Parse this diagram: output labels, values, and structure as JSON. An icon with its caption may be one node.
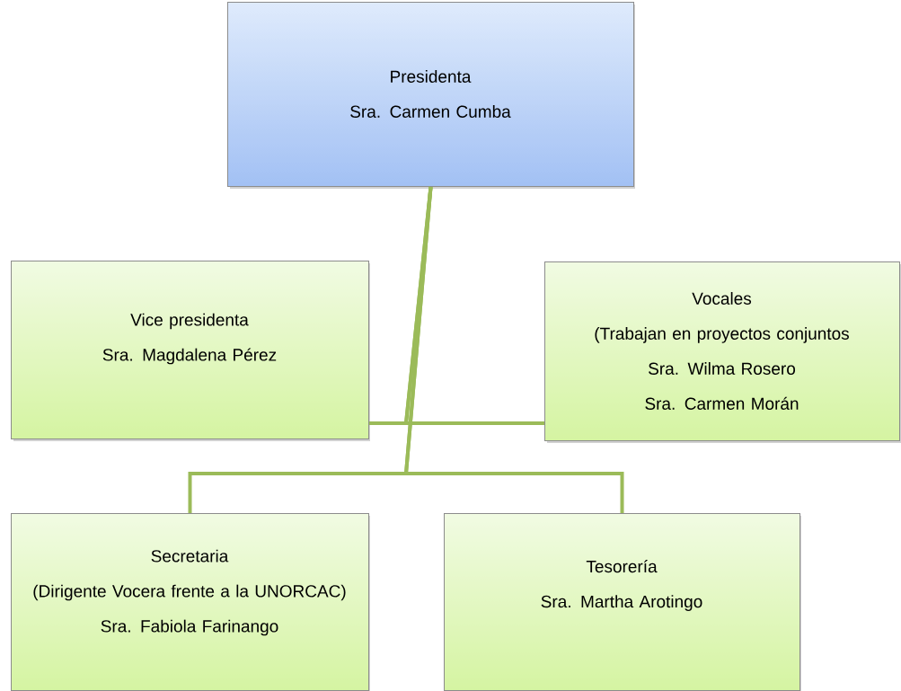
{
  "diagram": {
    "nodes": [
      {
        "text": [
          "Presidenta",
          "Sra. Carmen Cumba"
        ]
      },
      {
        "text": [
          "Vice presidenta",
          "Sra. Magdalena Pérez"
        ]
      },
      {
        "text": [
          "Vocales",
          "(Trabajan en proyectos conjuntos",
          "Sra. Wilma Rosero",
          "Sra. Carmen Morán"
        ]
      },
      {
        "text": [
          "Secretaria",
          "(Dirigente  Vocera frente a la UNORCAC)",
          "Sra. Fabiola Farinango"
        ]
      },
      {
        "text": [
          "Tesorería",
          "Sra. Martha Arotingo"
        ]
      }
    ],
    "edges": [
      {
        "from": 0,
        "to": 1,
        "arrow": "none"
      },
      {
        "from": 0,
        "to": 2,
        "arrow": "none"
      },
      {
        "from": 0,
        "to": 3,
        "arrow": "none"
      },
      {
        "from": 0,
        "to": 4,
        "arrow": "none"
      }
    ]
  }
}
